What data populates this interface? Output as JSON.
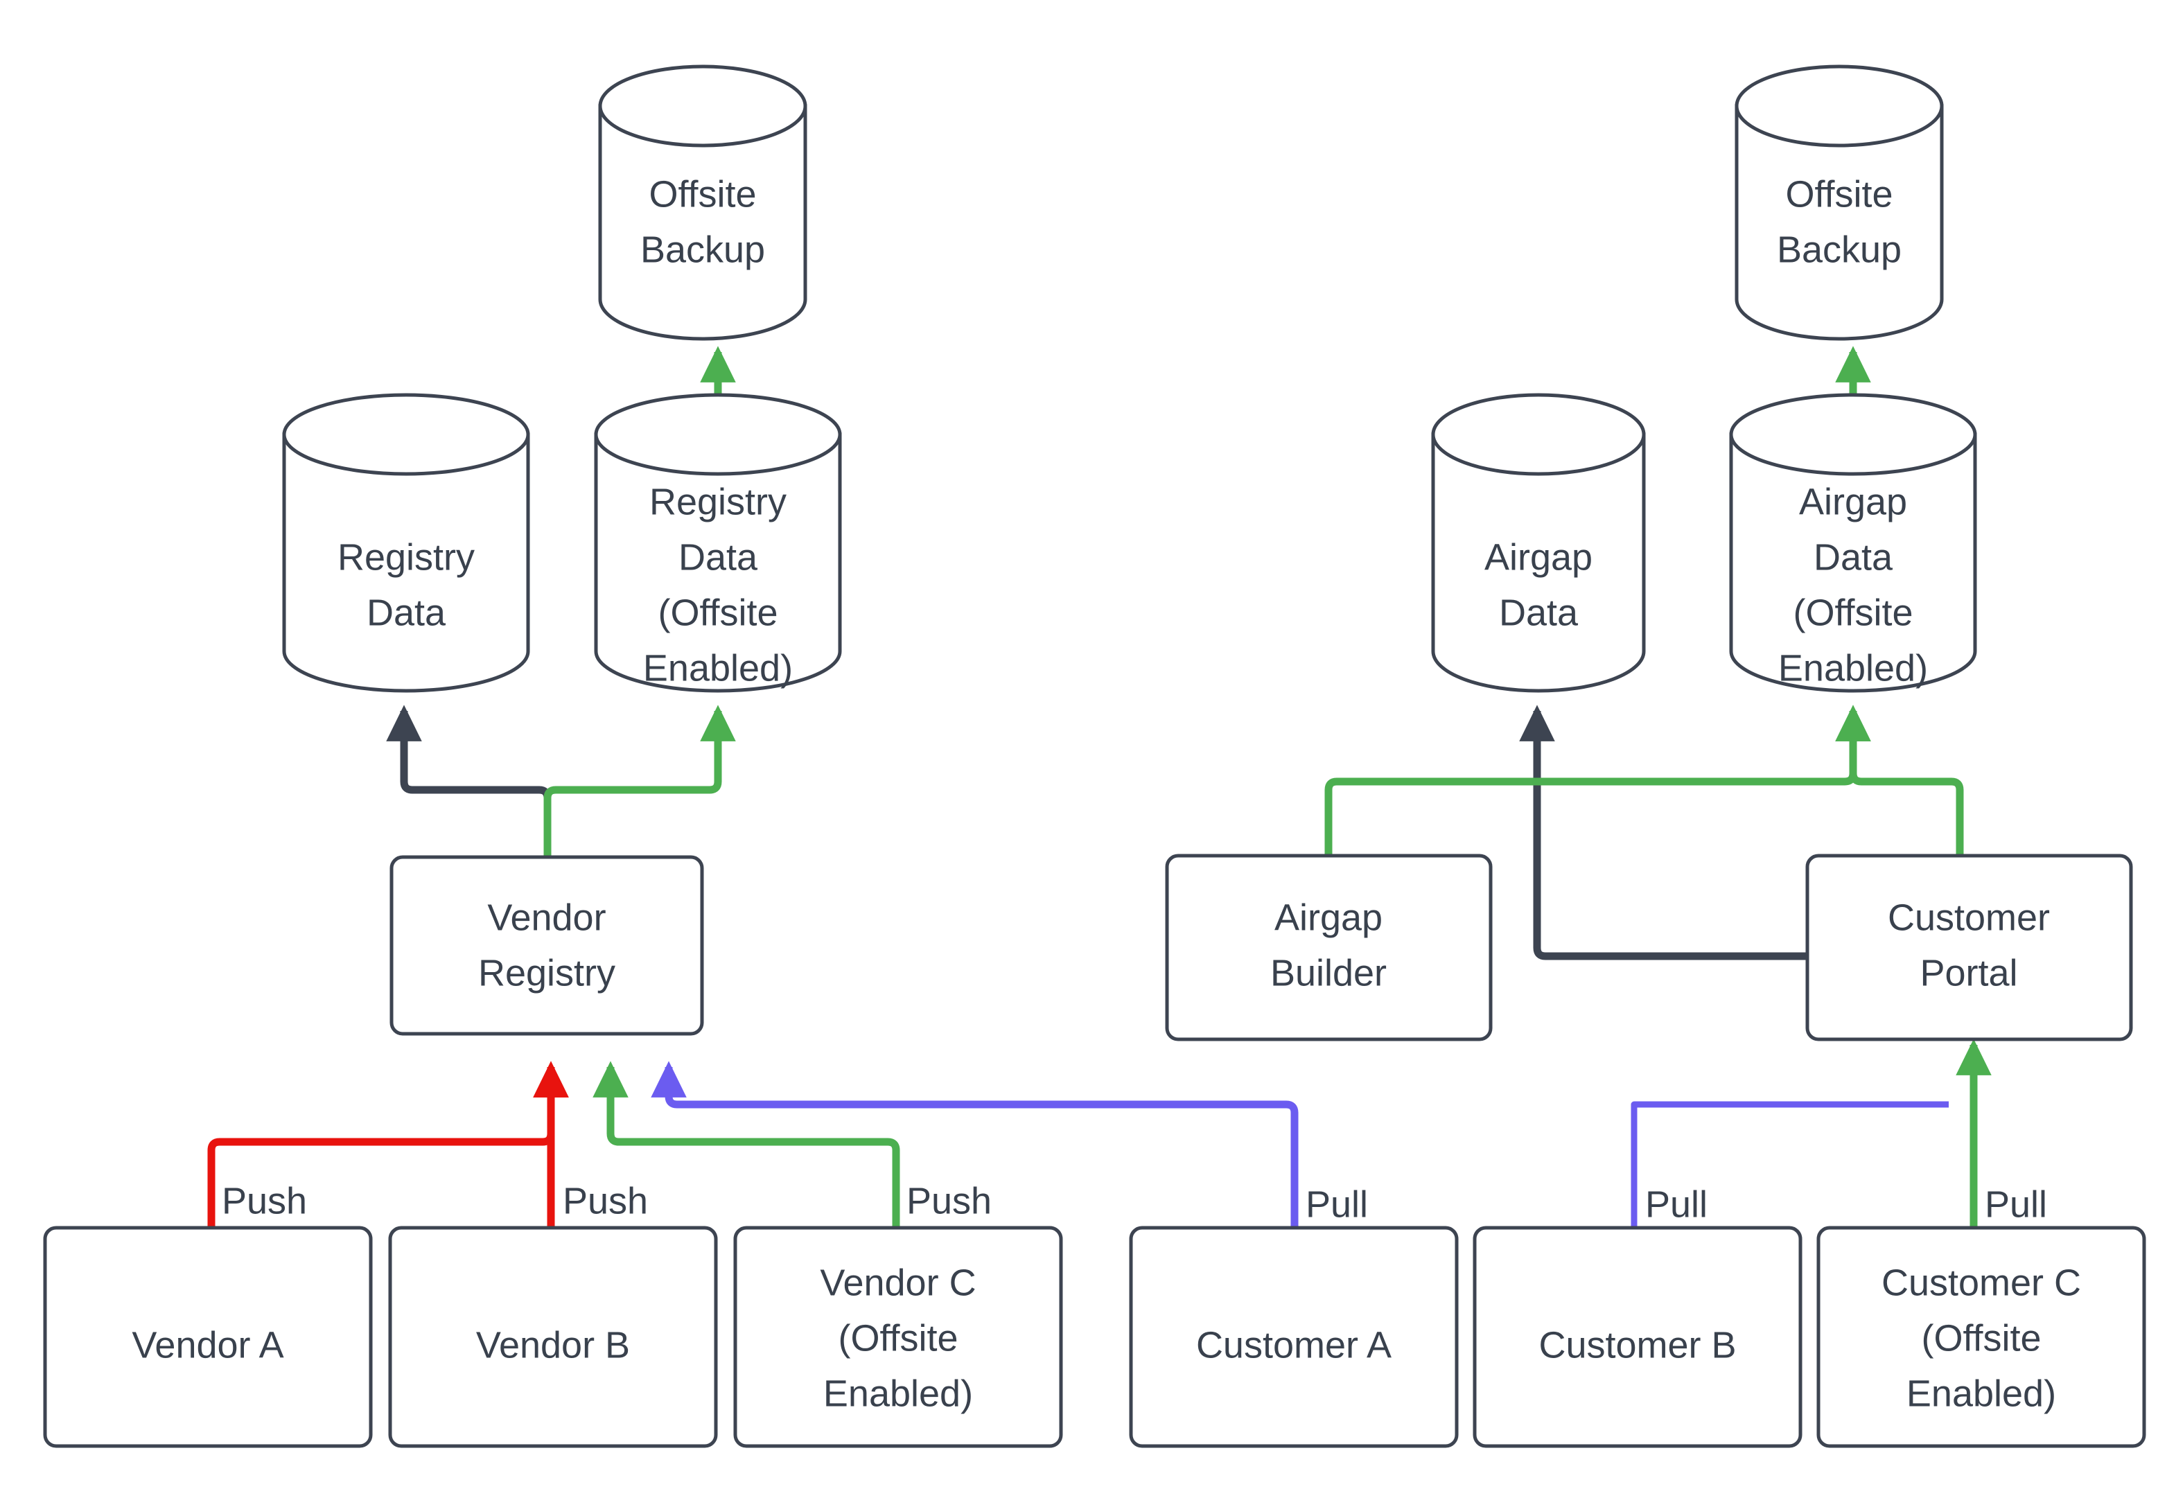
{
  "diagram": {
    "title": "Vendor registry and airgap distribution flow",
    "colors": {
      "stroke": "#3d4451",
      "text": "#39414d",
      "background": "#ffffff",
      "edge_dark": "#3d4451",
      "edge_green": "#4caf50",
      "edge_red": "#e8130e",
      "edge_blue": "#6b5cf0"
    },
    "nodes": {
      "offsite_backup_left": {
        "label_line1": "Offsite",
        "label_line2": "Backup",
        "shape": "cylinder"
      },
      "offsite_backup_right": {
        "label_line1": "Offsite",
        "label_line2": "Backup",
        "shape": "cylinder"
      },
      "registry_data": {
        "label_line1": "Registry",
        "label_line2": "Data",
        "shape": "cylinder"
      },
      "registry_data_offsite": {
        "label_line1": "Registry",
        "label_line2": "Data",
        "label_line3": "(Offsite",
        "label_line4": "Enabled)",
        "shape": "cylinder"
      },
      "airgap_data": {
        "label_line1": "Airgap",
        "label_line2": "Data",
        "shape": "cylinder"
      },
      "airgap_data_offsite": {
        "label_line1": "Airgap",
        "label_line2": "Data",
        "label_line3": "(Offsite",
        "label_line4": "Enabled)",
        "shape": "cylinder"
      },
      "vendor_registry": {
        "label_line1": "Vendor",
        "label_line2": "Registry",
        "shape": "rect"
      },
      "airgap_builder": {
        "label_line1": "Airgap",
        "label_line2": "Builder",
        "shape": "rect"
      },
      "customer_portal": {
        "label_line1": "Customer",
        "label_line2": "Portal",
        "shape": "rect"
      },
      "vendor_a": {
        "label_line1": "Vendor A",
        "shape": "rect"
      },
      "vendor_b": {
        "label_line1": "Vendor B",
        "shape": "rect"
      },
      "vendor_c": {
        "label_line1": "Vendor C",
        "label_line2": "(Offsite",
        "label_line3": "Enabled)",
        "shape": "rect"
      },
      "customer_a": {
        "label_line1": "Customer A",
        "shape": "rect"
      },
      "customer_b": {
        "label_line1": "Customer B",
        "shape": "rect"
      },
      "customer_c": {
        "label_line1": "Customer C",
        "label_line2": "(Offsite",
        "label_line3": "Enabled)",
        "shape": "rect"
      }
    },
    "edge_labels": {
      "vendor_a_push": "Push",
      "vendor_b_push": "Push",
      "vendor_c_push": "Push",
      "customer_a_pull": "Pull",
      "customer_b_pull": "Pull",
      "customer_c_pull": "Pull"
    }
  }
}
